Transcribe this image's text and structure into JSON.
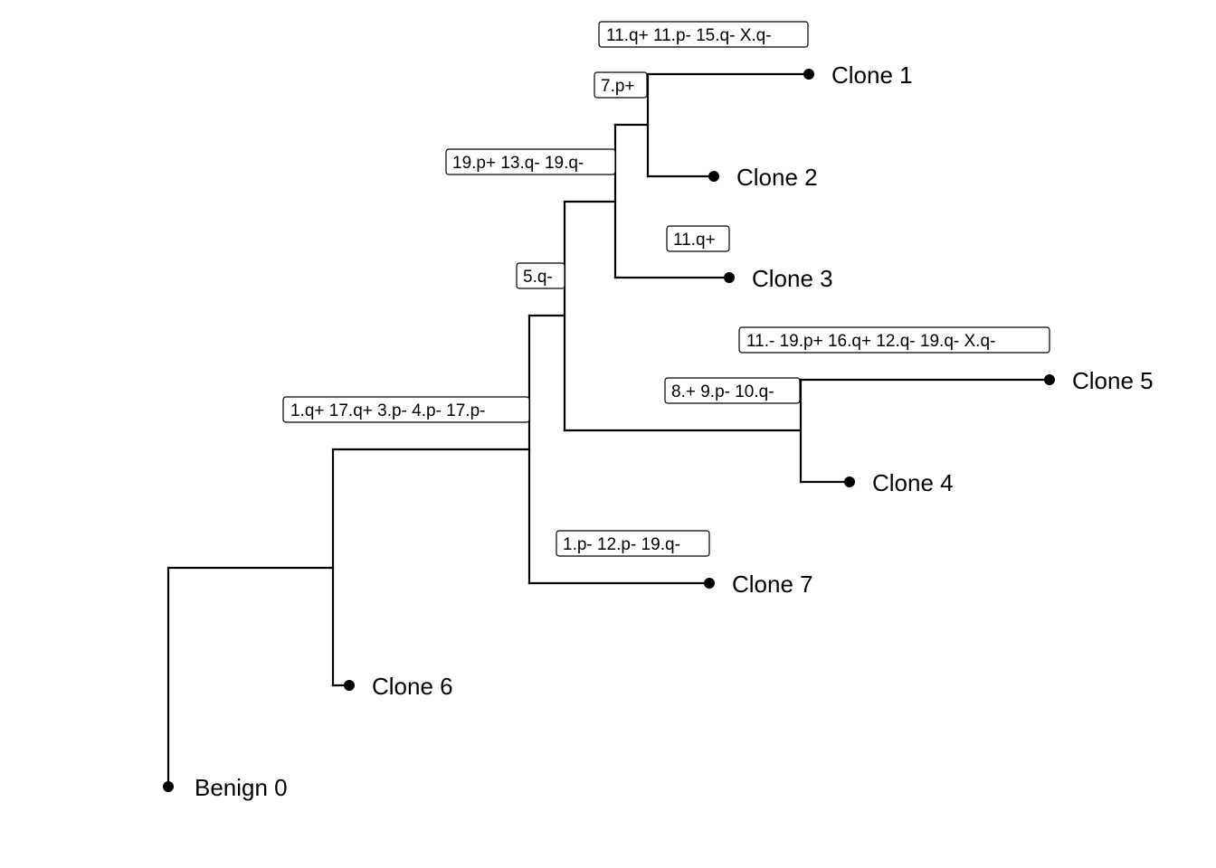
{
  "tree": {
    "nodes": [
      {
        "id": "benign",
        "label": "Benign 0"
      },
      {
        "id": "clone6",
        "label": "Clone 6"
      },
      {
        "id": "clone7",
        "label": "Clone 7"
      },
      {
        "id": "clone4",
        "label": "Clone 4"
      },
      {
        "id": "clone5",
        "label": "Clone 5"
      },
      {
        "id": "clone3",
        "label": "Clone 3"
      },
      {
        "id": "clone2",
        "label": "Clone 2"
      },
      {
        "id": "clone1",
        "label": "Clone 1"
      }
    ],
    "events": [
      {
        "id": "ev-main",
        "text": "1.q+ 17.q+ 3.p- 4.p- 17.p-"
      },
      {
        "id": "ev-5q",
        "text": "5.q-"
      },
      {
        "id": "ev-19p",
        "text": "19.p+ 13.q- 19.q-"
      },
      {
        "id": "ev-7p",
        "text": "7.p+"
      },
      {
        "id": "ev-11q",
        "text": "11.q+ 11.p- 15.q- X.q-"
      },
      {
        "id": "ev-11qplus",
        "text": "11.q+"
      },
      {
        "id": "ev-8",
        "text": "8.+ 9.p- 10.q-"
      },
      {
        "id": "ev-11",
        "text": "11.- 19.p+ 16.q+ 12.q- 19.q- X.q-"
      },
      {
        "id": "ev-1p",
        "text": "1.p- 12.p- 19.q-"
      }
    ]
  }
}
